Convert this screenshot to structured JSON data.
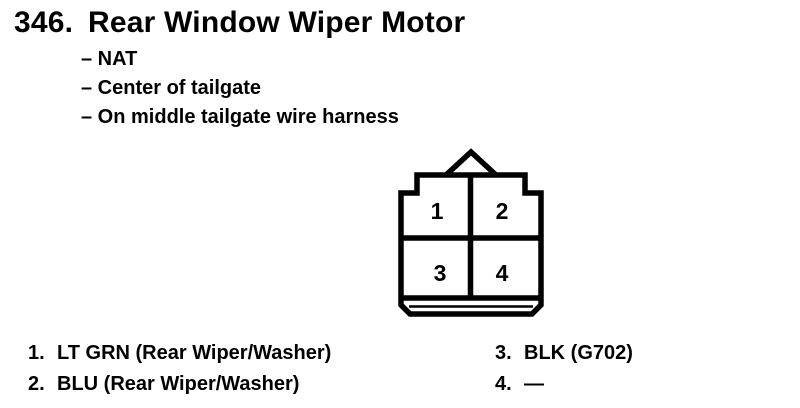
{
  "header": {
    "item_number": "346.",
    "title": "Rear Window Wiper Motor",
    "details": [
      "– NAT",
      "– Center of tailgate",
      "– On middle tailgate wire harness"
    ]
  },
  "connector": {
    "pins": [
      "1",
      "2",
      "3",
      "4"
    ]
  },
  "legend": {
    "left": [
      {
        "num": "1.",
        "label": "LT GRN (Rear Wiper/Washer)"
      },
      {
        "num": "2.",
        "label": "BLU (Rear Wiper/Washer)"
      }
    ],
    "right": [
      {
        "num": "3.",
        "label": "BLK (G702)"
      },
      {
        "num": "4.",
        "label": "—"
      }
    ]
  },
  "colors": {
    "ink": "#000000",
    "paper": "#ffffff"
  }
}
